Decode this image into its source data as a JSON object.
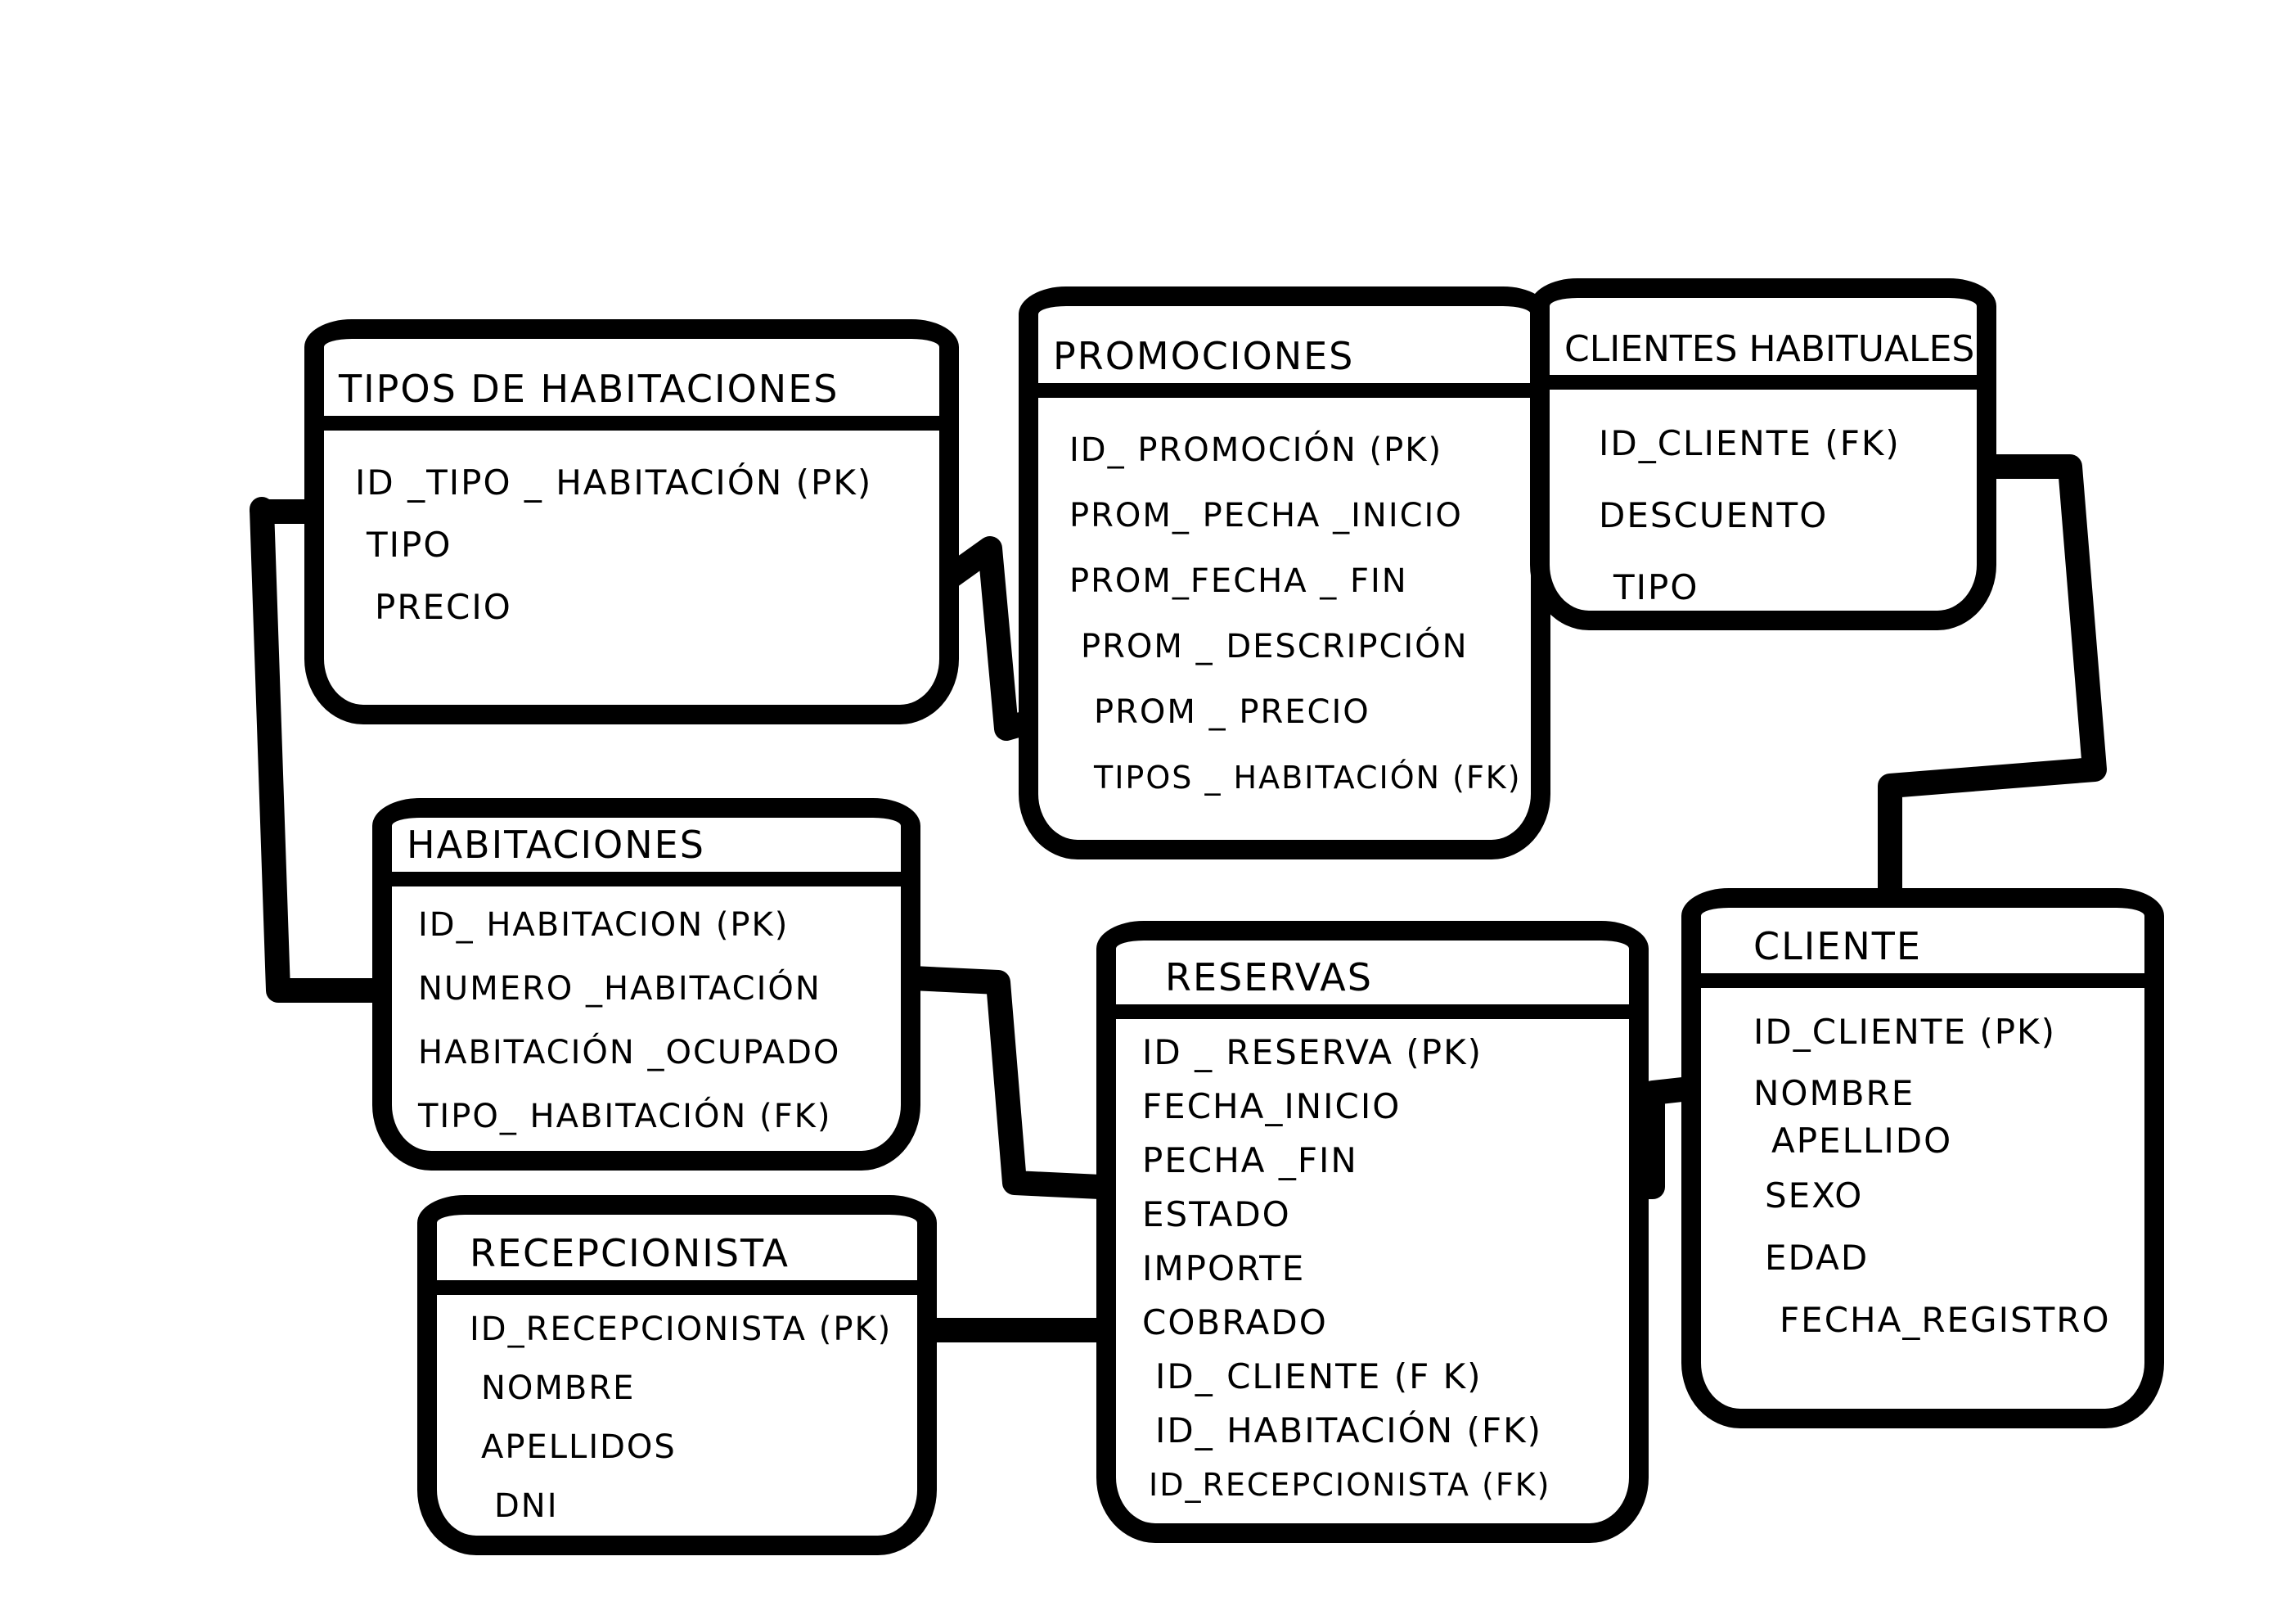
{
  "tables": {
    "tipos_de_habitaciones": {
      "title": "TIPOS DE HABITACIONES",
      "fields": [
        "ID _TIPO _ HABITACIÓN (PK)",
        "TIPO",
        "PRECIO"
      ]
    },
    "promociones": {
      "title": "PROMOCIONES",
      "fields": [
        "ID_ PROMOCIÓN (PK)",
        "PROM_ PECHA _INICIO",
        "PROM_FECHA _ FIN",
        "PROM _ DESCRIPCIÓN",
        "PROM _ PRECIO",
        "TIPOS _ HABITACIÓN (FK)"
      ]
    },
    "clientes_habituales": {
      "title": "CLIENTES HABITUALES",
      "fields": [
        "ID_CLIENTE (FK)",
        "DESCUENTO",
        "TIPO"
      ]
    },
    "habitaciones": {
      "title": "HABITACIONES",
      "fields": [
        "ID_ HABITACION (PK)",
        "NUMERO _HABITACIÓN",
        "HABITACIÓN _OCUPADO",
        "TIPO_ HABITACIÓN (FK)"
      ]
    },
    "reservas": {
      "title": "RESERVAS",
      "fields": [
        "ID _ RESERVA (PK)",
        "FECHA_INICIO",
        "PECHA _FIN",
        "ESTADO",
        "IMPORTE",
        "COBRADO",
        "ID_ CLIENTE (F K)",
        "ID_ HABITACIÓN (FK)",
        "ID_RECEPCIONISTA (FK)"
      ]
    },
    "cliente": {
      "title": "CLIENTE",
      "fields": [
        "ID_CLIENTE (PK)",
        "NOMBRE",
        "APELLIDO",
        "SEXO",
        "EDAD",
        "FECHA_REGISTRO"
      ]
    },
    "recepcionista": {
      "title": "RECEPCIONISTA",
      "fields": [
        "ID_RECEPCIONISTA (PK)",
        "NOMBRE",
        "APELLIDOS",
        "DNI"
      ]
    }
  }
}
